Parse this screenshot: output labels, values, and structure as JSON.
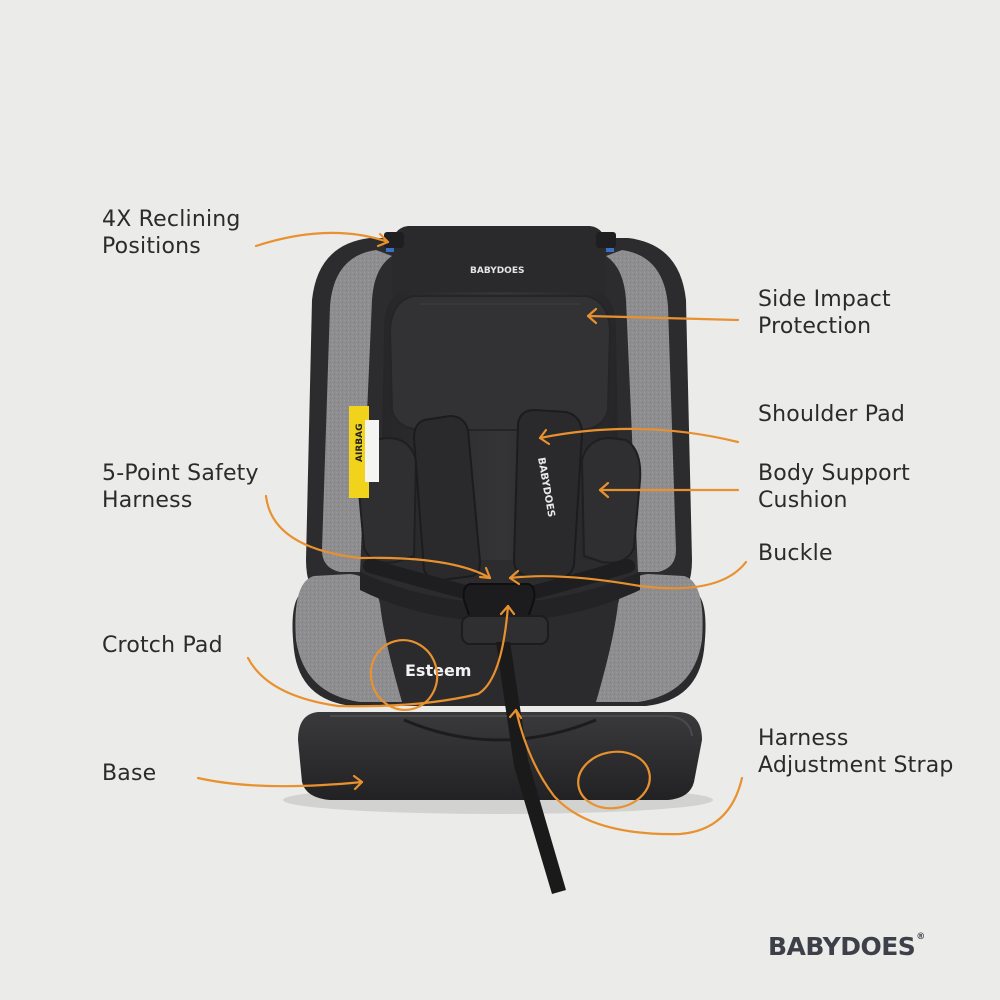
{
  "labels": {
    "reclining": [
      "4X Reclining",
      "Positions"
    ],
    "harness": [
      "5-Point Safety",
      "Harness"
    ],
    "crotch_pad": [
      "Crotch Pad"
    ],
    "base": [
      "Base"
    ],
    "side_impact": [
      "Side Impact",
      "Protection"
    ],
    "shoulder_pad": [
      "Shoulder Pad"
    ],
    "body_support": [
      "Body Support",
      "Cushion"
    ],
    "buckle": [
      "Buckle"
    ],
    "adjustment_strap": [
      "Harness",
      "Adjustment Strap"
    ]
  },
  "product": {
    "headrest_logo": "BABYDOES",
    "pad_text": "BABYDOES",
    "model_name": "Esteem",
    "airbag_warning": "AIRBAG"
  },
  "brand": {
    "name": "BABYDOES",
    "mark": "®"
  },
  "colors": {
    "background": "#ebebea",
    "arrow": "#e8912e",
    "text": "#2b2b2b",
    "seat_dark": "#2e2e30",
    "seat_grey": "#8b8b8e",
    "logo": "#3d4048"
  }
}
